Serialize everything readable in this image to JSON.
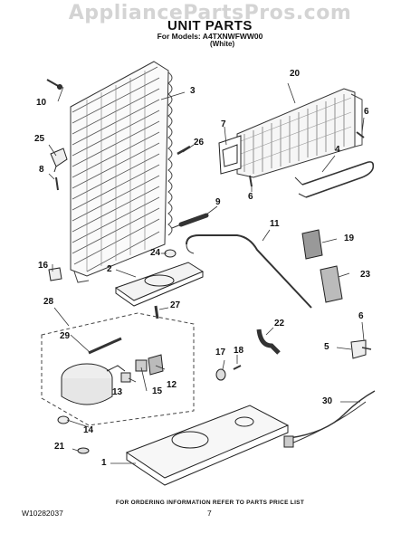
{
  "watermark": "AppliancePartsPros.com",
  "title": "UNIT PARTS",
  "models_line": "For Models: A4TXNWFWW00",
  "models_color": "(White)",
  "callouts": {
    "n1": "1",
    "n2": "2",
    "n3": "3",
    "n4": "4",
    "n5": "5",
    "n6a": "6",
    "n6b": "6",
    "n6c": "6",
    "n7": "7",
    "n8": "8",
    "n9": "9",
    "n10": "10",
    "n11": "11",
    "n12": "12",
    "n13": "13",
    "n14": "14",
    "n15": "15",
    "n16": "16",
    "n17": "17",
    "n18": "18",
    "n19": "19",
    "n20": "20",
    "n21": "21",
    "n22": "22",
    "n23": "23",
    "n24": "24",
    "n25": "25",
    "n26": "26",
    "n27": "27",
    "n28": "28",
    "n29": "29",
    "n30": "30"
  },
  "footer_note": "FOR ORDERING INFORMATION REFER TO PARTS PRICE LIST",
  "doc_id": "W10282037",
  "page_number": "7"
}
